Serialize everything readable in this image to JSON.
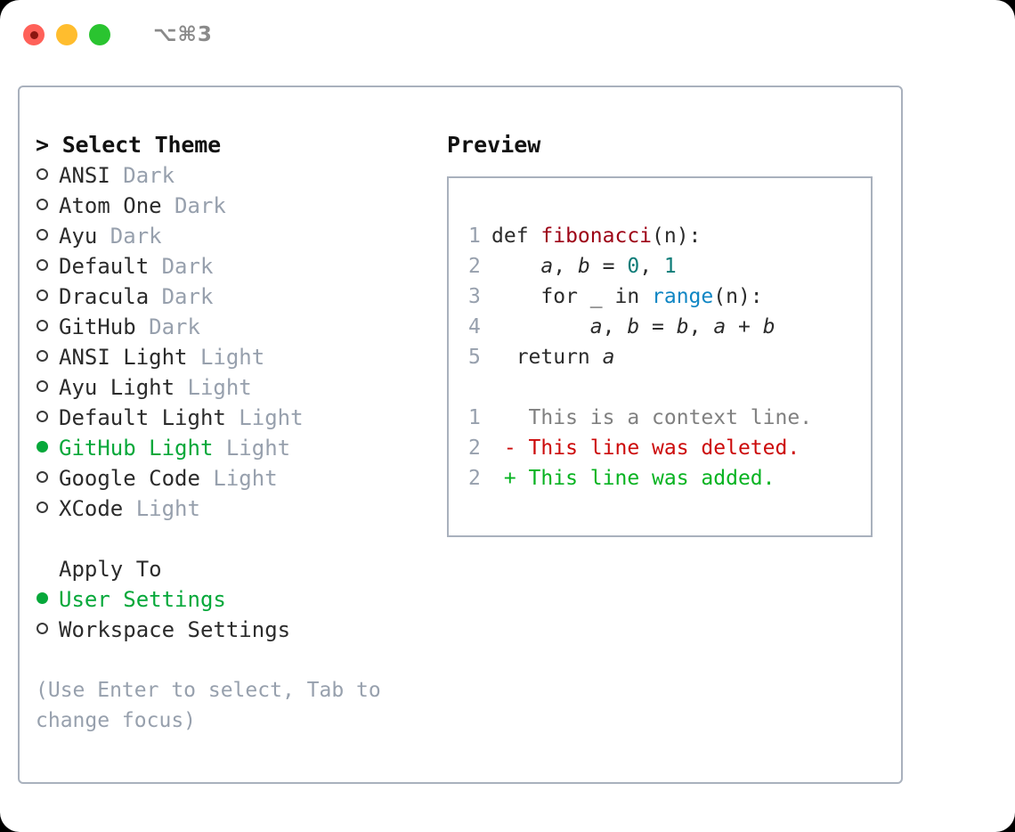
{
  "window": {
    "shortcut": "⌥⌘3",
    "traffic_lights": [
      "close-red",
      "minimize-yellow",
      "zoom-green"
    ]
  },
  "colors": {
    "accent_green": "#06a83a",
    "muted_gray": "#97a0ad",
    "border": "#a9b1bd",
    "diff_add": "#07b321",
    "diff_del": "#cc0a0a",
    "diff_ctx": "#808080",
    "code_fn": "#9d0316",
    "code_num": "#0e7c78",
    "code_builtin": "#0f86c4"
  },
  "theme_list": {
    "title": "> Select Theme",
    "items": [
      {
        "marker": "○",
        "name": "ANSI",
        "variant": "Dark",
        "selected": false
      },
      {
        "marker": "○",
        "name": "Atom One",
        "variant": "Dark",
        "selected": false
      },
      {
        "marker": "○",
        "name": "Ayu",
        "variant": "Dark",
        "selected": false
      },
      {
        "marker": "○",
        "name": "Default",
        "variant": "Dark",
        "selected": false
      },
      {
        "marker": "○",
        "name": "Dracula",
        "variant": "Dark",
        "selected": false
      },
      {
        "marker": "○",
        "name": "GitHub",
        "variant": "Dark",
        "selected": false
      },
      {
        "marker": "○",
        "name": "ANSI Light",
        "variant": "Light",
        "selected": false
      },
      {
        "marker": "○",
        "name": "Ayu Light",
        "variant": "Light",
        "selected": false
      },
      {
        "marker": "○",
        "name": "Default Light",
        "variant": "Light",
        "selected": false
      },
      {
        "marker": "●",
        "name": "GitHub Light",
        "variant": "Light",
        "selected": true
      },
      {
        "marker": "○",
        "name": "Google Code",
        "variant": "Light",
        "selected": false
      },
      {
        "marker": "○",
        "name": "XCode",
        "variant": "Light",
        "selected": false
      }
    ]
  },
  "apply_to": {
    "title": "Apply To",
    "items": [
      {
        "marker": "●",
        "label": "User Settings",
        "selected": true
      },
      {
        "marker": "○",
        "label": "Workspace Settings",
        "selected": false
      }
    ]
  },
  "hint": "(Use Enter to select, Tab to change focus)",
  "preview": {
    "title": "Preview",
    "code_lines": [
      {
        "no": "1",
        "tokens": [
          {
            "t": "def ",
            "k": "plain"
          },
          {
            "t": "fibonacci",
            "k": "fn"
          },
          {
            "t": "(n):",
            "k": "plain"
          }
        ]
      },
      {
        "no": "2",
        "tokens": [
          {
            "t": "    ",
            "k": "plain"
          },
          {
            "t": "a",
            "k": "var"
          },
          {
            "t": ", ",
            "k": "plain"
          },
          {
            "t": "b",
            "k": "var"
          },
          {
            "t": " = ",
            "k": "plain"
          },
          {
            "t": "0",
            "k": "num"
          },
          {
            "t": ", ",
            "k": "plain"
          },
          {
            "t": "1",
            "k": "num"
          }
        ]
      },
      {
        "no": "3",
        "tokens": [
          {
            "t": "    for _ in ",
            "k": "plain"
          },
          {
            "t": "range",
            "k": "builtin"
          },
          {
            "t": "(n):",
            "k": "plain"
          }
        ]
      },
      {
        "no": "4",
        "tokens": [
          {
            "t": "        ",
            "k": "plain"
          },
          {
            "t": "a",
            "k": "var"
          },
          {
            "t": ", ",
            "k": "plain"
          },
          {
            "t": "b",
            "k": "var"
          },
          {
            "t": " = ",
            "k": "plain"
          },
          {
            "t": "b",
            "k": "var"
          },
          {
            "t": ", ",
            "k": "plain"
          },
          {
            "t": "a",
            "k": "var"
          },
          {
            "t": " + ",
            "k": "plain"
          },
          {
            "t": "b",
            "k": "var"
          }
        ]
      },
      {
        "no": "5",
        "tokens": [
          {
            "t": "  return ",
            "k": "plain"
          },
          {
            "t": "a",
            "k": "var"
          }
        ]
      }
    ],
    "diff_lines": [
      {
        "no": "1",
        "sign": " ",
        "text": " This is a context line.",
        "kind": "ctx"
      },
      {
        "no": "2",
        "sign": "-",
        "text": " This line was deleted.",
        "kind": "del"
      },
      {
        "no": "2",
        "sign": "+",
        "text": " This line was added.",
        "kind": "add"
      }
    ]
  }
}
